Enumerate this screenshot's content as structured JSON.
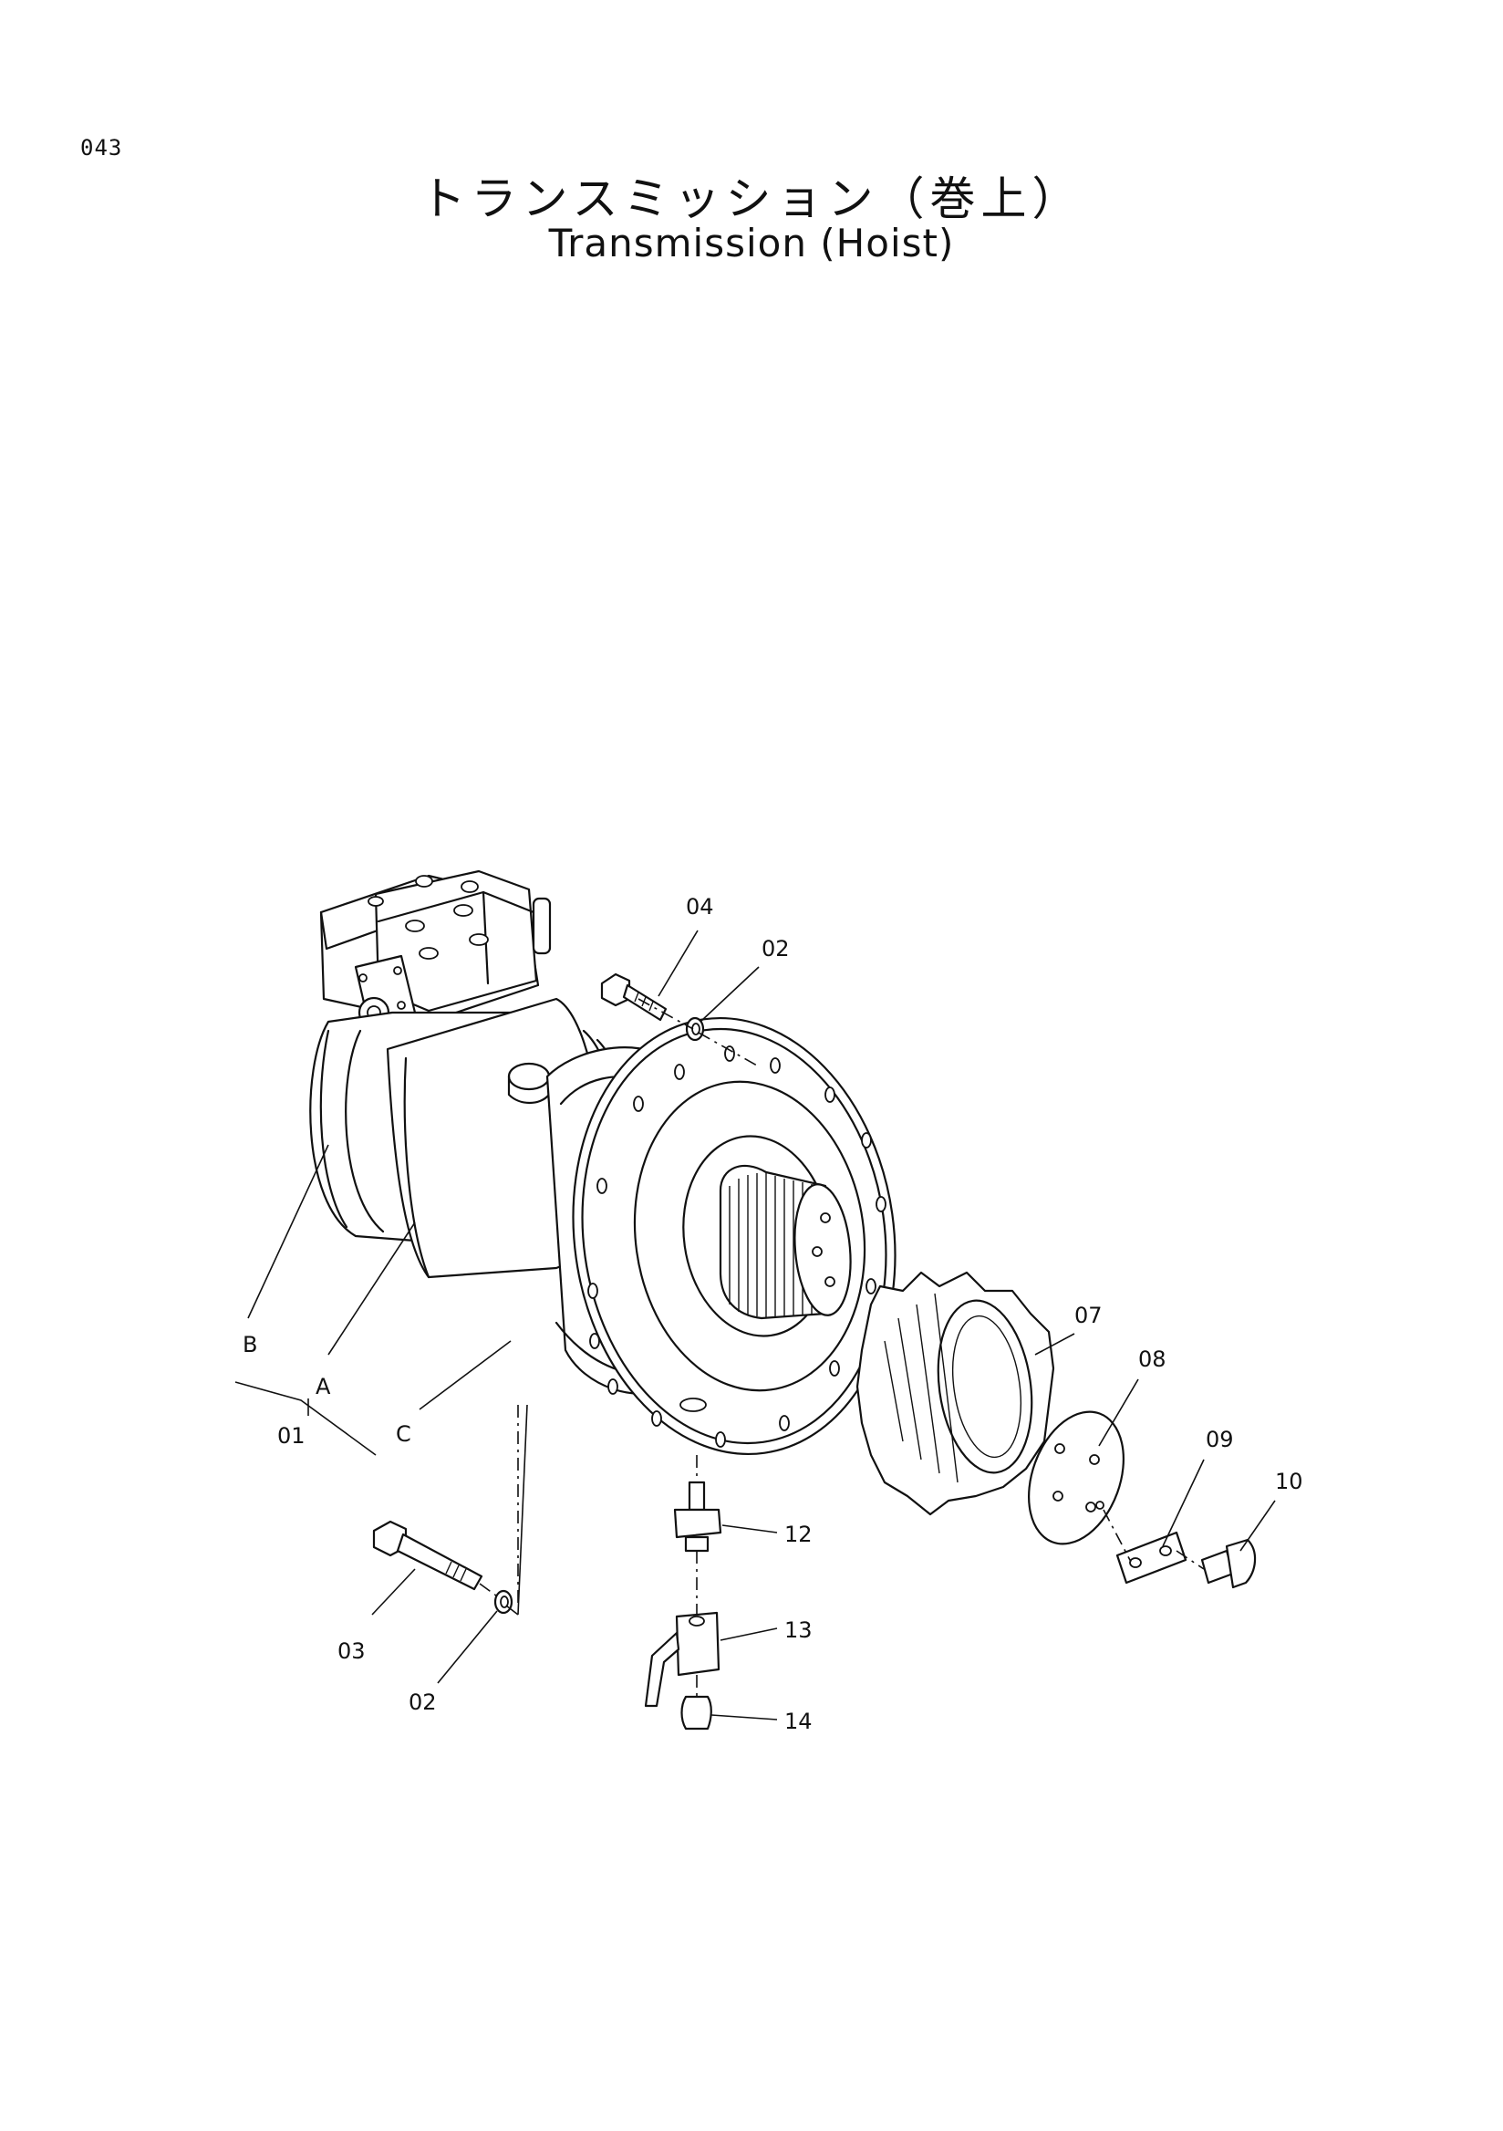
{
  "page": {
    "number": "043",
    "title_jp": "トランスミッション（巻上）",
    "title_en": "Transmission (Hoist)"
  },
  "callouts": {
    "p04": "04",
    "p02_top": "02",
    "p07": "07",
    "p08": "08",
    "p09": "09",
    "p10": "10",
    "pB": "B",
    "pA": "A",
    "p01": "01",
    "pC": "C",
    "p12": "12",
    "p13": "13",
    "p14": "14",
    "p03": "03",
    "p02_bottom": "02"
  }
}
